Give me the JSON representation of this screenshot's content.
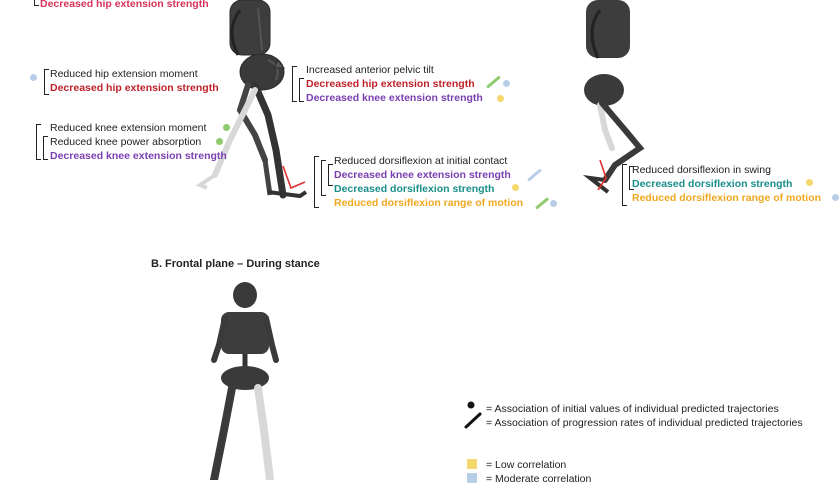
{
  "colors": {
    "low": "#f5d76e",
    "moderate": "#b8cde8",
    "high": "#8fca6e",
    "bone_dark": "#3a3a3a",
    "bone_light": "#d8d8d8"
  },
  "sagittal_left": {
    "top_label": "Decreased hip extension strength",
    "hip": {
      "l1": "Reduced hip extension moment",
      "l2": "Decreased hip extension strength"
    },
    "knee": {
      "l1": "Reduced knee extension moment",
      "l2": "Reduced knee power absorption",
      "l3": "Decreased knee extension strength"
    },
    "pelvis": {
      "l1": "Increased anterior pelvic tilt",
      "l2": "Decreased hip extension strength",
      "l3": "Decreased knee extension strength"
    },
    "ankle": {
      "l1": "Reduced dorsiflexion at initial contact",
      "l2": "Decreased knee extension strength",
      "l3": "Decreased dorsiflexion strength",
      "l4": "Reduced dorsiflexion range of motion"
    }
  },
  "sagittal_right": {
    "l1": "Reduced dorsiflexion in swing",
    "l2": "Decreased dorsiflexion strength",
    "l3": "Reduced dorsiflexion range of motion"
  },
  "frontal": {
    "title": "B. Frontal plane – During stance"
  },
  "legend": {
    "initial": "= Association of initial values of individual predicted trajectories",
    "progression": "= Association of progression rates of individual predicted trajectories",
    "low": "= Low correlation",
    "moderate": "= Moderate correlation"
  }
}
